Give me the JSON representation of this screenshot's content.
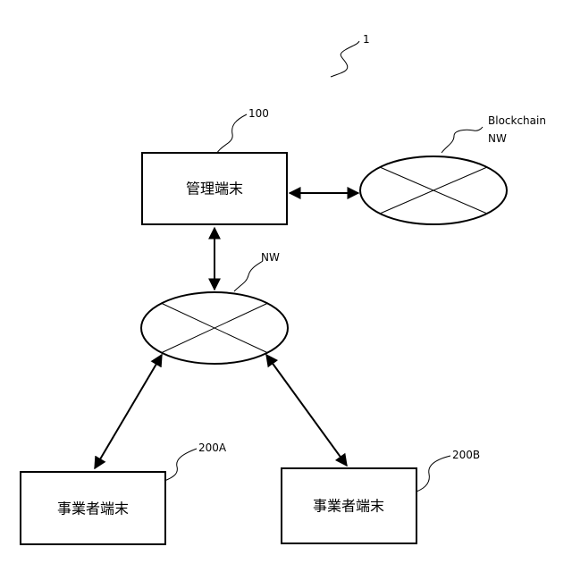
{
  "figure": {
    "system_ref": "1",
    "management_terminal": {
      "ref": "100",
      "label": "管理端末"
    },
    "blockchain_network": {
      "label_line1": "Blockchain",
      "label_line2": "NW"
    },
    "network": {
      "label": "NW"
    },
    "operator_terminal_a": {
      "ref": "200A",
      "label": "事業者端末"
    },
    "operator_terminal_b": {
      "ref": "200B",
      "label": "事業者端末"
    }
  }
}
